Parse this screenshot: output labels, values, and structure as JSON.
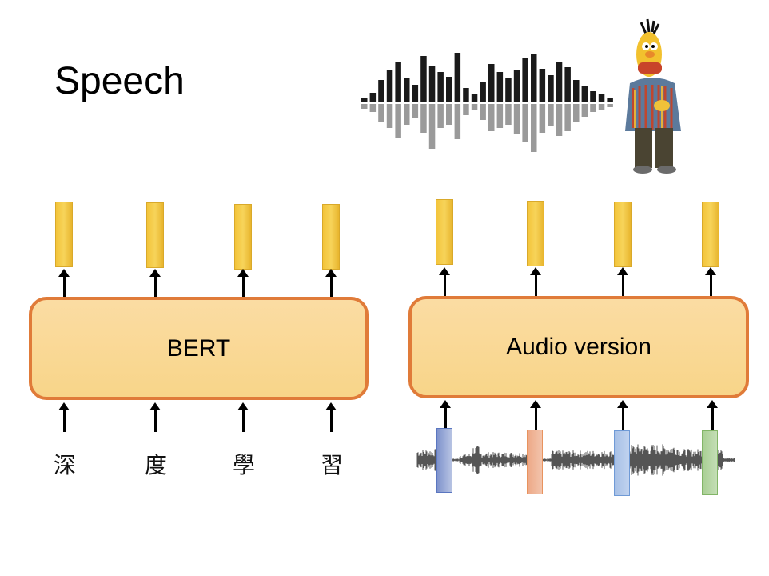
{
  "title": "Speech",
  "bert_box": {
    "label": "BERT"
  },
  "audio_box": {
    "label": "Audio version"
  },
  "tokens": [
    "深",
    "度",
    "學",
    "習"
  ],
  "colors": {
    "box_border": "#e07b39",
    "vector": "#f3c43a",
    "segments": [
      "#7f93cc",
      "#eda887",
      "#a7c0e6",
      "#a9cf94"
    ]
  }
}
